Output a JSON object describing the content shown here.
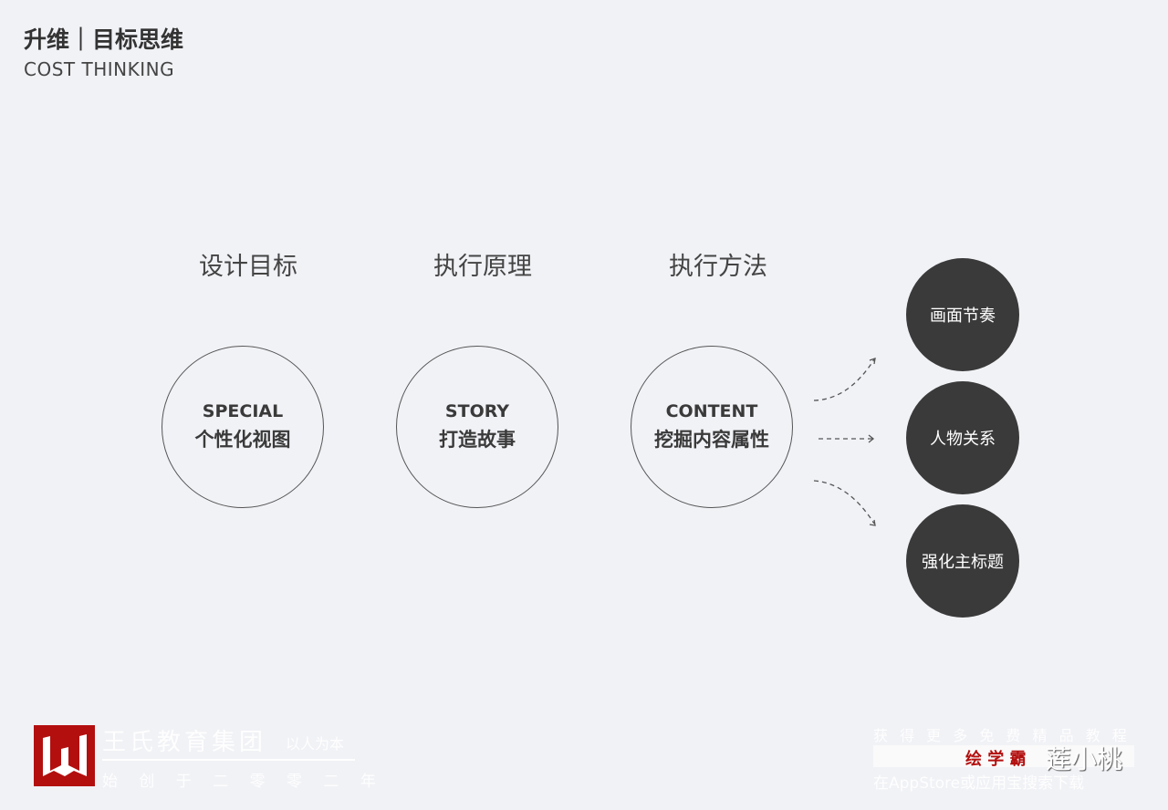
{
  "header": {
    "title": "升维｜目标思维",
    "subtitle": "COST THINKING"
  },
  "columns": [
    {
      "heading": "设计目标",
      "en": "SPECIAL",
      "cn": "个性化视图"
    },
    {
      "heading": "执行原理",
      "en": "STORY",
      "cn": "打造故事"
    },
    {
      "heading": "执行方法",
      "en": "CONTENT",
      "cn": "挖掘内容属性"
    }
  ],
  "outcomes": [
    "画面节奏",
    "人物关系",
    "强化主标题"
  ],
  "footer": {
    "brand": "王氏教育集团",
    "slogan": "以人为本",
    "founded": "始 创 于 二 零 零 二 年"
  },
  "watermark": {
    "line1": "获 得 更 多 免 费 精 品 教 程",
    "app": "绘 学 霸",
    "author": "莲小桃",
    "line3": "在AppStore或应用宝搜索下载"
  },
  "colors": {
    "accent": "#b30f0f",
    "dark": "#3a3a3a"
  }
}
